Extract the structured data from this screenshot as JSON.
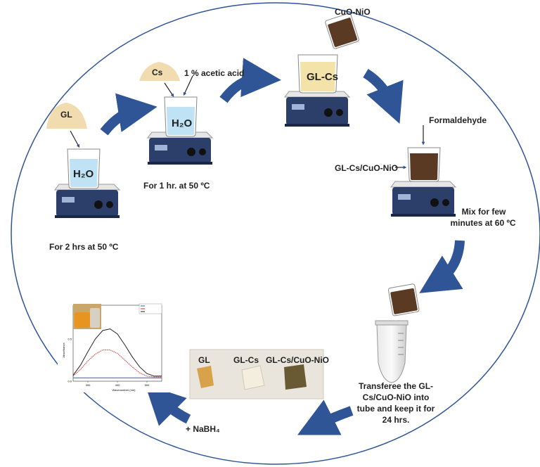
{
  "colors": {
    "arrow": "#2f5597",
    "circle": "#2f5597",
    "stirrer_body": "#2c3e6a",
    "beaker_water": "#bfe3f5",
    "beaker_glcs": "#f4e3a8",
    "beaker_composite": "#5b3a24",
    "powder": "#f1dcb0"
  },
  "steps": {
    "gl_powder": "GL",
    "water_1": "H₂O",
    "step1_caption": "For 2 hrs at 50 ºC",
    "cs_powder": "Cs",
    "acetic_acid": "1 % acetic acid",
    "water_2": "H₂O",
    "step2_caption": "For 1 hr. at 50 ºC",
    "cuo_nio": "CuO-NiO",
    "glcs_beaker": "GL-Cs",
    "formaldehyde": "Formaldehyde",
    "composite_label": "GL-Cs/CuO-NiO",
    "mix_line1": "Mix for few",
    "mix_line2": "minutes  at 60 ºC",
    "transfer_line1": "Transferee the GL-",
    "transfer_line2": "Cs/CuO-NiO into",
    "transfer_line3": "tube and keep it for",
    "transfer_line4": "24 hrs."
  },
  "photo": {
    "gl": "GL",
    "glcs": "GL-Cs",
    "composite": "GL-Cs/CuO-NiO"
  },
  "reduction": "+ NaBH₄",
  "chart_data": {
    "type": "line",
    "title": "",
    "xlabel": "Wavenumber (nm)",
    "ylabel": "Absorbance",
    "xlim": [
      250,
      550
    ],
    "ylim": [
      0,
      0.9
    ],
    "xticks": [
      "300",
      "400",
      "500"
    ],
    "yticks": [
      "0.0",
      "0.5"
    ],
    "legend_position": "top-right",
    "x": [
      250,
      275,
      300,
      325,
      350,
      375,
      400,
      425,
      450,
      475,
      500,
      525,
      550
    ],
    "series": [
      {
        "color": "#1f5fd6",
        "values": [
          0.04,
          0.04,
          0.04,
          0.04,
          0.04,
          0.04,
          0.04,
          0.04,
          0.04,
          0.04,
          0.04,
          0.04,
          0.04
        ]
      },
      {
        "color": "#d62828",
        "values": [
          0.06,
          0.14,
          0.24,
          0.32,
          0.37,
          0.37,
          0.33,
          0.25,
          0.17,
          0.1,
          0.06,
          0.05,
          0.05
        ]
      },
      {
        "color": "#222222",
        "values": [
          0.07,
          0.19,
          0.35,
          0.5,
          0.6,
          0.62,
          0.56,
          0.43,
          0.29,
          0.17,
          0.09,
          0.06,
          0.06
        ]
      }
    ]
  }
}
